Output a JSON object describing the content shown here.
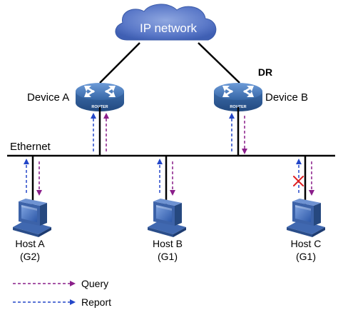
{
  "cloud": {
    "label": "IP network"
  },
  "devices": {
    "device_a": {
      "label": "Device A"
    },
    "device_b": {
      "label": "Device B",
      "role": "DR"
    },
    "router_caption": "ROUTER"
  },
  "segment": {
    "label": "Ethernet"
  },
  "hosts": [
    {
      "name": "Host A",
      "group": "(G2)"
    },
    {
      "name": "Host B",
      "group": "(G1)"
    },
    {
      "name": "Host C",
      "group": "(G1)"
    }
  ],
  "legend": {
    "query": "Query",
    "report": "Report"
  },
  "colors": {
    "cloud": "#4f6fbf",
    "router": "#3b6aa8",
    "query": "#8a1e8a",
    "report": "#2346c8",
    "blocked": "#e02020",
    "line": "#000000"
  },
  "icons": {
    "router": "router-icon",
    "host": "desktop-computer-icon",
    "blocked": "x-mark-icon"
  }
}
